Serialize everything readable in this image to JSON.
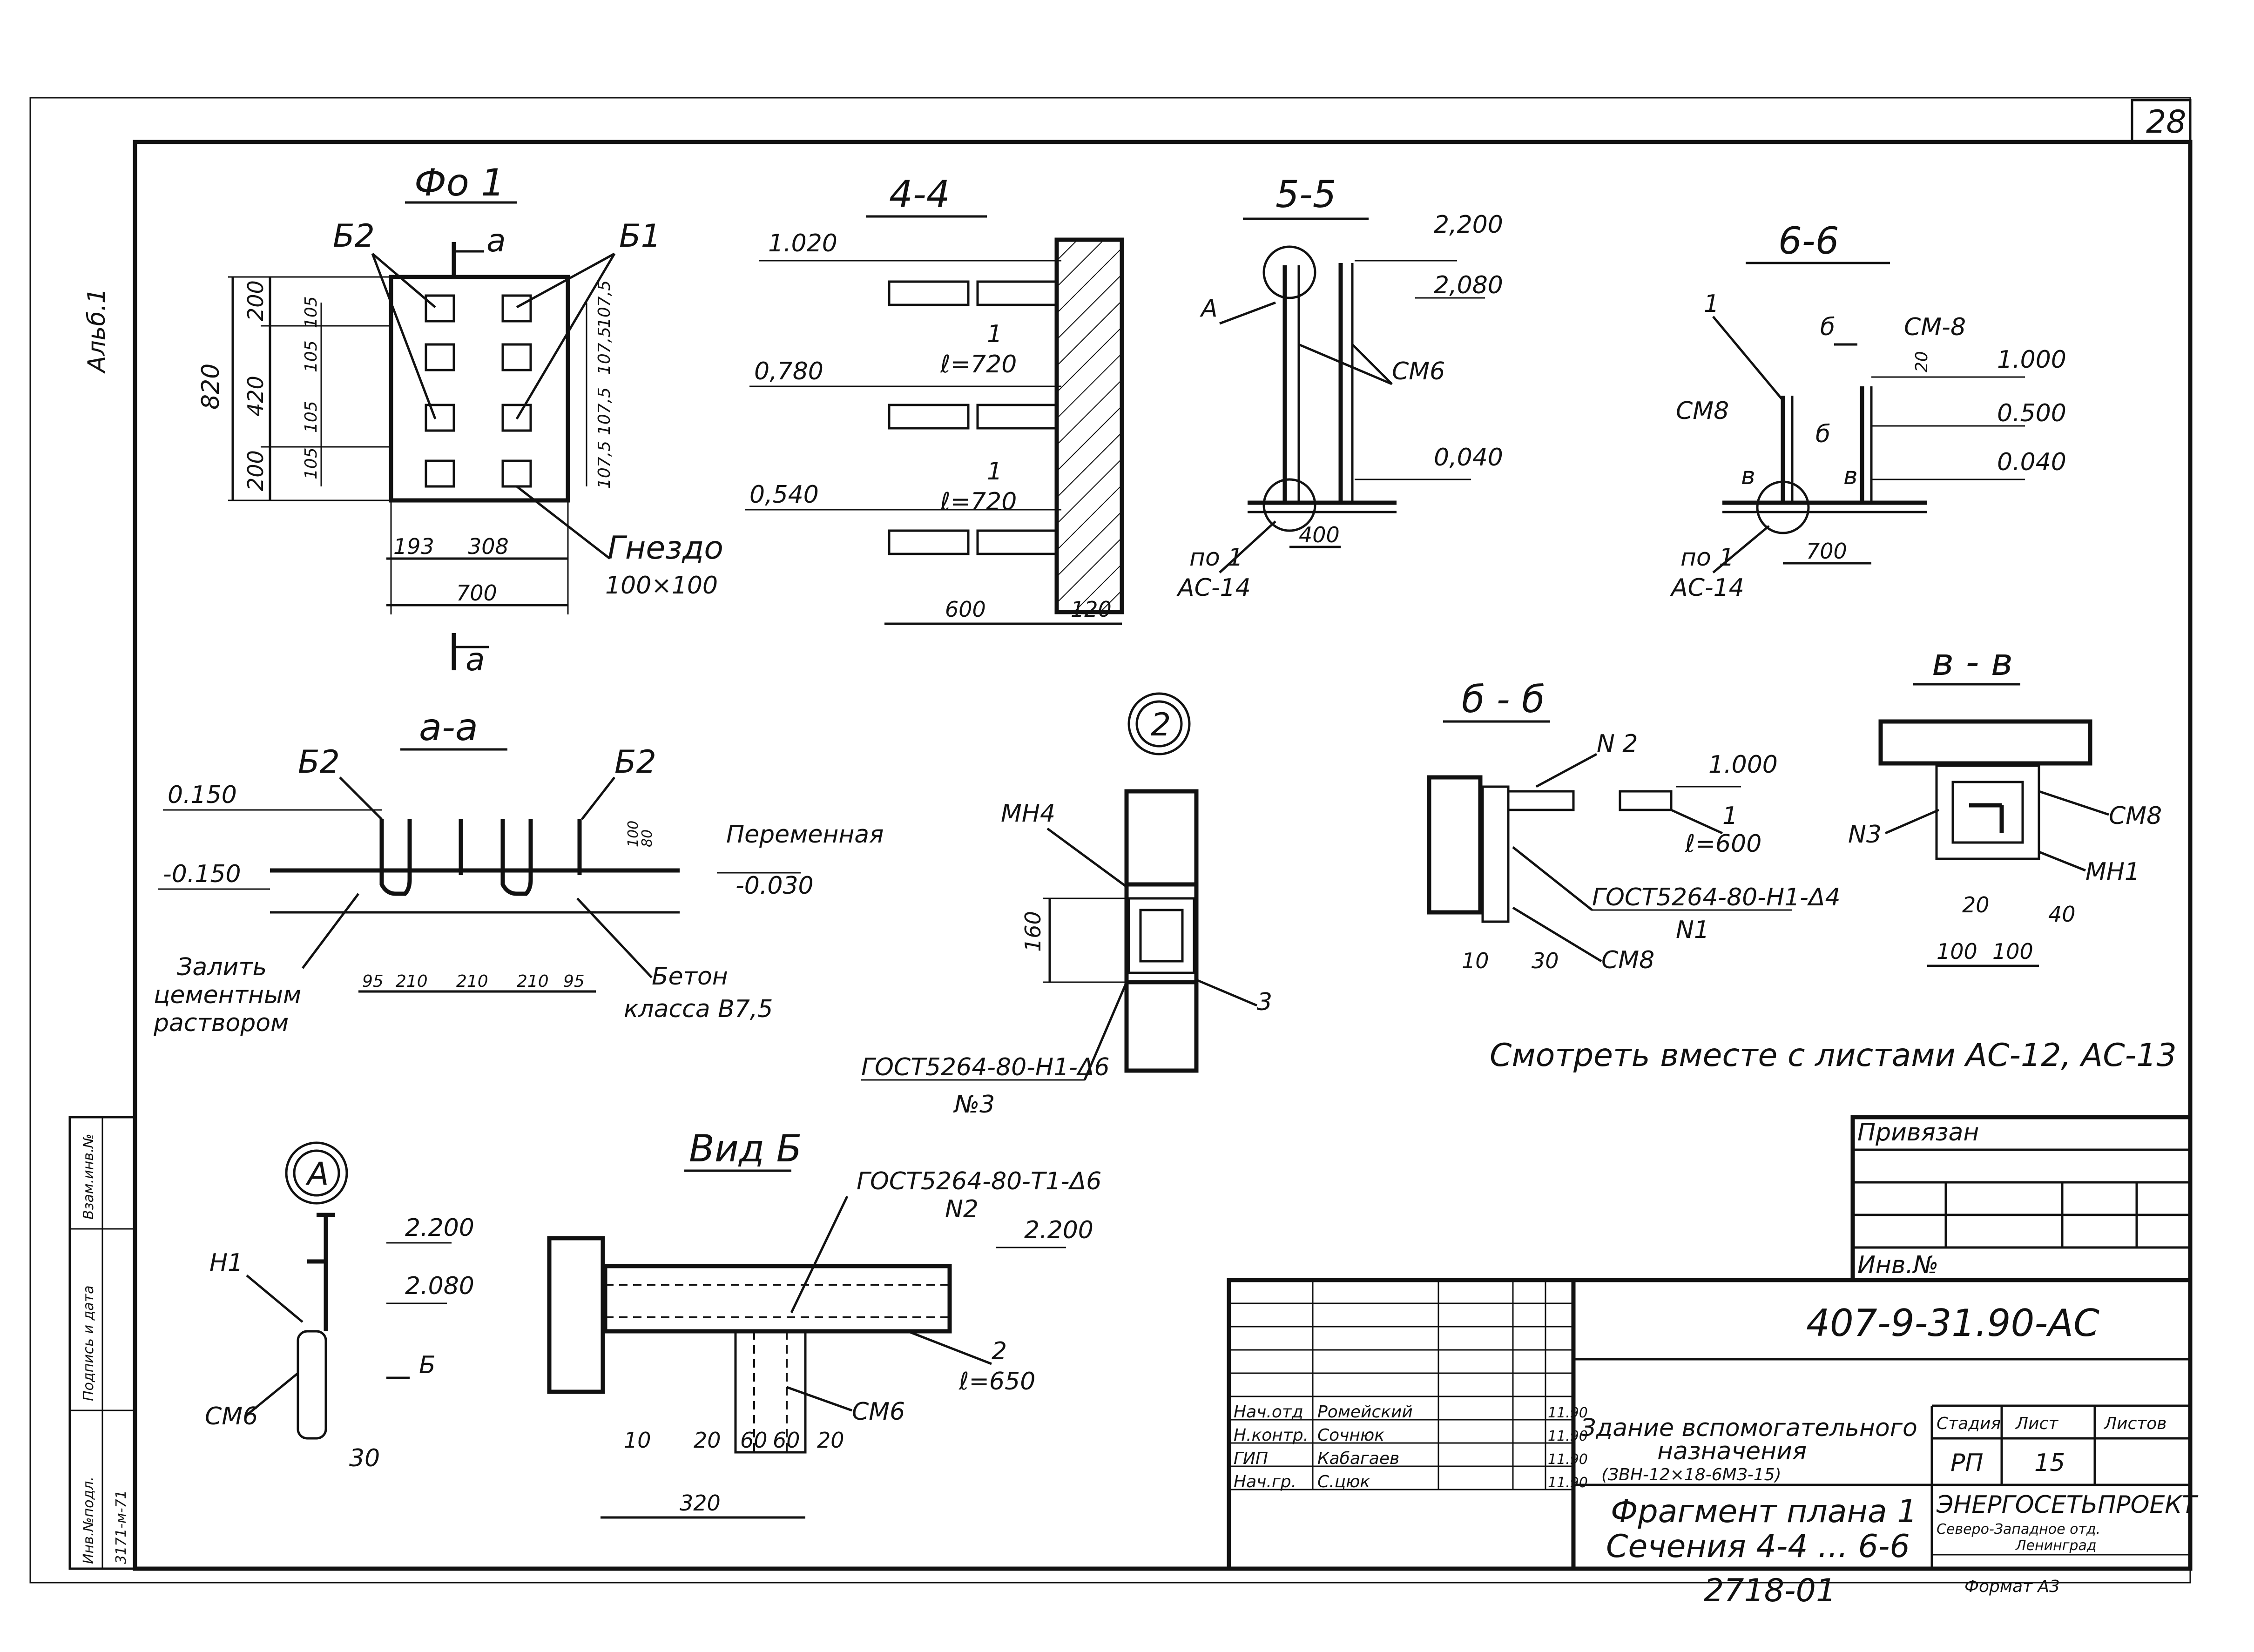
{
  "sheet": {
    "page_number": "28",
    "side_stamp": "Альб.1",
    "note": "Смотреть вместе с листами АС-12, АС-13",
    "bottom_code": "2718-01"
  },
  "plan_fo1": {
    "title": "Фо 1",
    "mark_b2": "Б2",
    "mark_b1": "Б1",
    "section_mark": "а",
    "dim_820": "820",
    "dim_200a": "200",
    "dim_420": "420",
    "dim_200b": "200",
    "dim_105a": "105",
    "dim_105b": "105",
    "dim_105c": "105",
    "dim_105d": "105",
    "dim_1075a": "107,5",
    "dim_1075b": "107,5",
    "dim_1075c": "107,5",
    "dim_1075d": "107,5",
    "dim_193": "193",
    "dim_308": "308",
    "dim_700": "700",
    "socket_label": "Гнездо",
    "socket_size": "100×100"
  },
  "section_44": {
    "title": "4-4",
    "level1": "1.020",
    "level2": "0,780",
    "level3": "0,540",
    "bar_mark": "1",
    "bar_length": "ℓ=720",
    "dim_600": "600",
    "dim_120": "120"
  },
  "section_55": {
    "title": "5-5",
    "level_top": "2,200",
    "level_mid": "2,080",
    "level_low": "0,040",
    "callout": "А",
    "element": "СМ6",
    "ref_no": "по 1",
    "ref_sheet": "АС-14",
    "dim_400": "400"
  },
  "section_66": {
    "title": "6-6",
    "mark_1": "1",
    "mark_b": "б",
    "mark_sm8top": "СМ-8",
    "mark_sm8": "СМ8",
    "mark_v": "в",
    "dim_20": "20",
    "level_1000": "1.000",
    "level_0500": "0.500",
    "level_0040": "0.040",
    "ref_no": "по 1",
    "ref_sheet": "АС-14",
    "dim_700": "700"
  },
  "section_aa": {
    "title": "а-а",
    "mark_b2": "Б2",
    "level_p": "0.150",
    "level_m": "-0.150",
    "variable": "Переменная",
    "level_030": "-0.030",
    "dim_100": "100",
    "dim_80": "80",
    "dim_95a": "95",
    "dim_210a": "210",
    "dim_210b": "210",
    "dim_210c": "210",
    "dim_95b": "95",
    "fill_1": "Залить",
    "fill_2": "цементным",
    "fill_3": "раствором",
    "concrete_1": "Бетон",
    "concrete_2": "класса В7,5"
  },
  "node_2": {
    "number": "2",
    "mark": "МН4",
    "dim_160": "160",
    "mark_3": "3",
    "weld": "ГОСТ5264-80-Н1-Δ6",
    "weld_no": "№3"
  },
  "section_bb": {
    "title": "б - б",
    "mark_n2": "N 2",
    "level": "1.000",
    "bar_mark": "1",
    "bar_length": "ℓ=600",
    "weld": "ГОСТ5264-80-Н1-Δ4",
    "weld_no": "N1",
    "element": "СМ8",
    "dim_10": "10",
    "dim_30": "30"
  },
  "section_vv": {
    "title": "в - в",
    "mark_n3": "N3",
    "element": "СМ8",
    "mark_mn1": "МН1",
    "dim_20": "20",
    "dim_40": "40",
    "dim_100a": "100",
    "dim_100b": "100"
  },
  "node_a": {
    "letter": "А",
    "mark_n1": "Н1",
    "level_top": "2.200",
    "level_mid": "2.080",
    "view_mark": "Б",
    "element": "СМ6",
    "dim_30": "30"
  },
  "view_b": {
    "title": "Вид Б",
    "weld": "ГОСТ5264-80-Т1-Δ6",
    "weld_no": "N2",
    "level": "2.200",
    "bar_mark": "2",
    "bar_length": "ℓ=650",
    "element": "СМ6",
    "dim_10": "10",
    "dim_20a": "20",
    "dim_60a": "60",
    "dim_60b": "60",
    "dim_20b": "20",
    "dim_320": "320"
  },
  "left_strip": {
    "c1": "Взам.инв.№",
    "c2": "Подпись и дата",
    "c3": "Инв.№подл.",
    "c4": "3171-м-71"
  },
  "stamp": {
    "privyazan": "Привязан",
    "inv_no": "Инв.№",
    "code": "407-9-31.90-АС",
    "roles": [
      {
        "role": "Нач.отд",
        "name": "Ромейский",
        "date": "11.90"
      },
      {
        "role": "Н.контр.",
        "name": "Сочнюк",
        "date": "11.90"
      },
      {
        "role": "ГИП",
        "name": "Кабагаев",
        "date": "11.90"
      },
      {
        "role": "Нач.гр.",
        "name": "С.цюк",
        "date": "11.90"
      }
    ],
    "building_1": "Здание вспомогательного",
    "building_2": "назначения",
    "building_3": "(ЗВН-12×18-6МЗ-15)",
    "stage_head": "Стадия",
    "sheet_head": "Лист",
    "sheets_head": "Листов",
    "stage_val": "РП",
    "sheet_val": "15",
    "sheet_title_1": "Фрагмент плана 1",
    "sheet_title_2": "Сечения 4-4 ... 6-6",
    "org_1": "ЭНЕРГОСЕТЬПРОЕКТ",
    "org_2": "Северо-Западное отд.",
    "org_3": "Ленинград",
    "format": "Формат А3"
  }
}
